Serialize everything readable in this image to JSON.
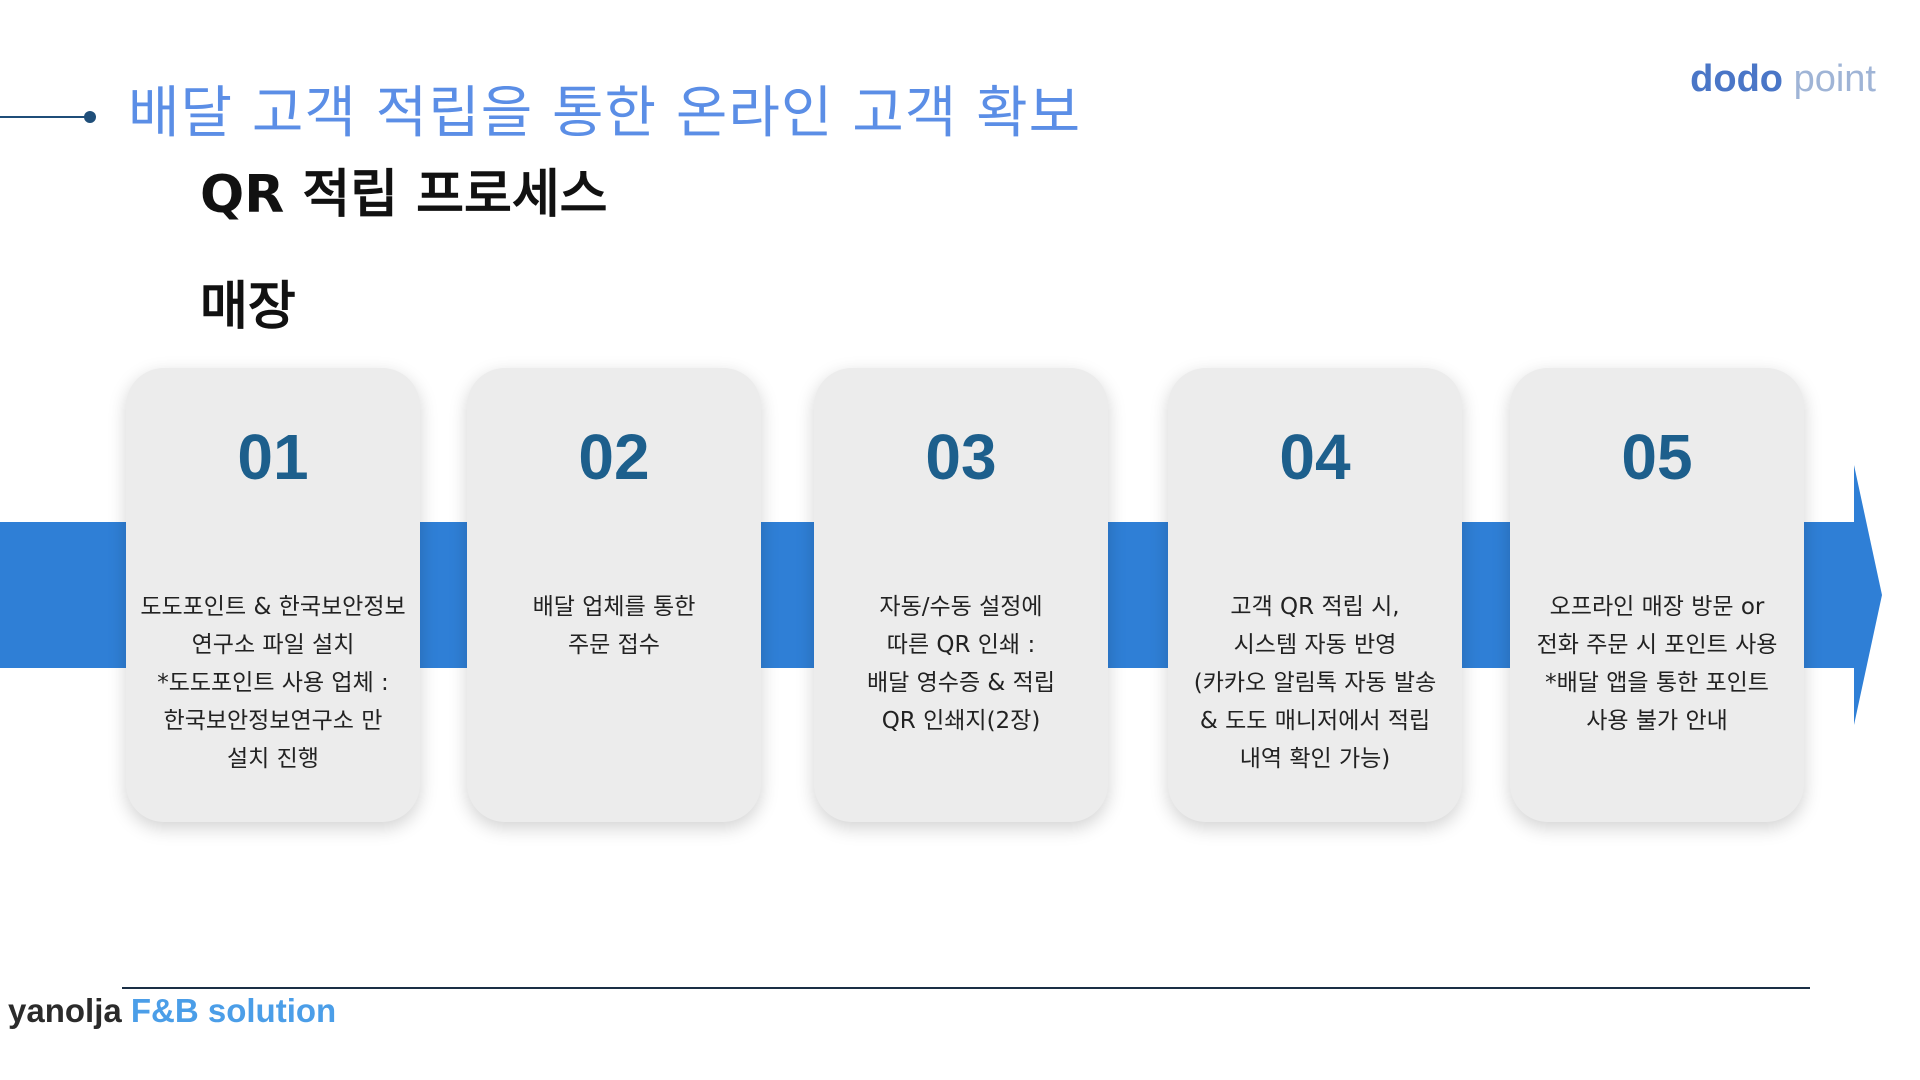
{
  "slide": {
    "title": "배달 고객 적립을 통한 온라인 고객 확보",
    "section_title": "QR 적립 프로세스",
    "section_subtitle": "매장"
  },
  "brand": {
    "logo_part1": "dodo",
    "logo_part2": " point",
    "color_primary": "#4a76c7",
    "color_secondary": "#9fb4d6"
  },
  "process": {
    "band_color": "#2f7fd6",
    "steps": [
      {
        "number": "01",
        "description": "도도포인트 & 한국보안정보\n연구소 파일 설치\n*도도포인트 사용 업체 :\n한국보안정보연구소 만\n설치 진행"
      },
      {
        "number": "02",
        "description": "배달 업체를 통한\n주문 접수"
      },
      {
        "number": "03",
        "description": "자동/수동 설정에\n따른 QR 인쇄 :\n배달 영수증 & 적립\nQR 인쇄지(2장)"
      },
      {
        "number": "04",
        "description": "고객 QR 적립 시,\n시스템 자동 반영\n(카카오 알림톡 자동 발송\n& 도도 매니저에서 적립\n내역 확인 가능)"
      },
      {
        "number": "05",
        "description": "오프라인 매장 방문 or\n전화 주문 시 포인트 사용\n*배달 앱을 통한 포인트\n사용 불가 안내"
      }
    ]
  },
  "footer": {
    "logo_part1": "yanolja",
    "logo_part2": " F&B solution",
    "color_primary": "#2b2b2b",
    "color_secondary": "#4b9ee8"
  }
}
